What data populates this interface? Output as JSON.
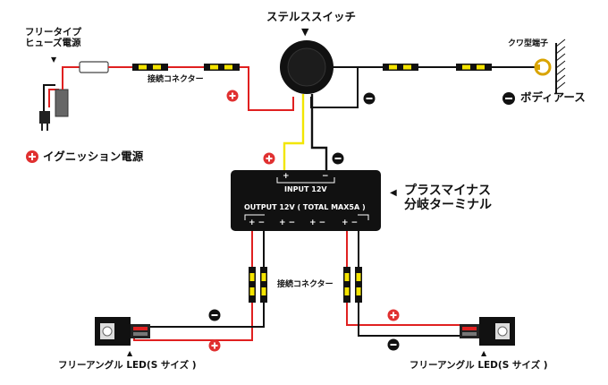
{
  "labels": {
    "fuse_line1": "フリータイプ",
    "fuse_line2": "ヒューズ電源",
    "stealth_switch": "ステルススイッチ",
    "connector_top": "接続コネクター",
    "connector_mid": "接続コネクター",
    "kuwa_terminal": "クワ型端子",
    "body_ground": "ボディアース",
    "ignition_power": "イグニッション電源",
    "terminal_title_line1": "プラスマイナス",
    "terminal_title_line2": "分岐ターミナル",
    "input_label": "INPUT 12V",
    "output_label": "OUTPUT 12V ( TOTAL MAX5A )",
    "input_plus": "+",
    "input_minus": "−",
    "led_left": "フリーアングル LED(S サイズ )",
    "led_right": "フリーアングル LED(S サイズ )"
  },
  "output_pairs": [
    "+ −",
    "+ −",
    "+ −",
    "+ −"
  ],
  "symbols": {
    "plus": "+",
    "minus": "−",
    "arrow_down": "▼",
    "arrow_left": "◀",
    "arrow_up": "▲"
  },
  "colors": {
    "red_wire": "#e02020",
    "black_wire": "#111111",
    "yellow_wire": "#f2e600",
    "plus_badge": "#e03030",
    "minus_badge": "#111111",
    "connector_yellow": "#f5e400"
  }
}
